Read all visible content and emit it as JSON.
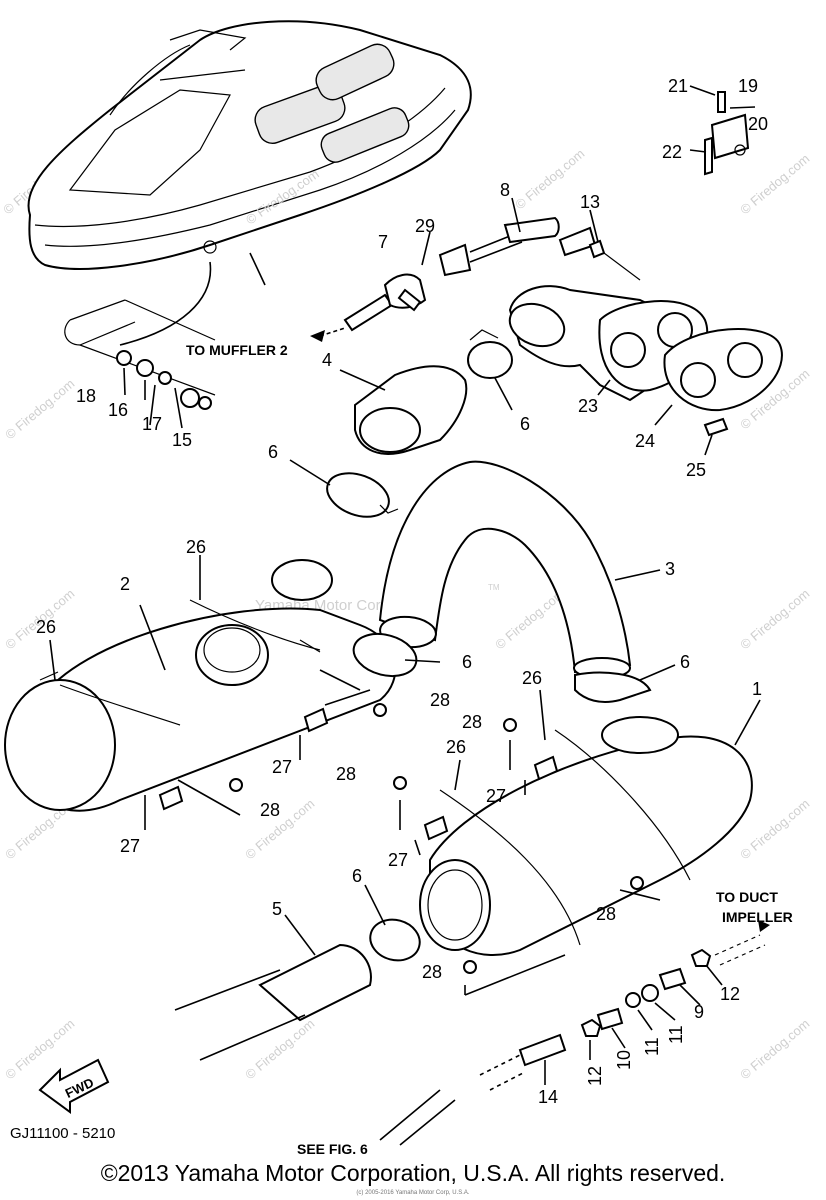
{
  "diagram_code": "GJ11100 - 5210",
  "copyright": "©2013 Yamaha Motor Corporation, U.S.A. All rights reserved.",
  "fine_print": "(c) 2005-2016 Yamaha Motor Corp, U.S.A.",
  "center_watermark": "Yamaha Motor Corp, U.S.A.",
  "trademark": "TM",
  "watermark": "© Firedog.com",
  "annotations": {
    "to_muffler_2": "TO MUFFLER 2",
    "to_duct_1": "TO DUCT",
    "to_duct_2": "IMPELLER",
    "see_fig": "SEE FIG. 6",
    "fwd": "FWD"
  },
  "callouts": {
    "n1": "1",
    "n2": "2",
    "n3": "3",
    "n4": "4",
    "n5": "5",
    "n6a": "6",
    "n6b": "6",
    "n6c": "6",
    "n6d": "6",
    "n6e": "6",
    "n7": "7",
    "n8": "8",
    "n9": "9",
    "n10": "10",
    "n11a": "11",
    "n11b": "11",
    "n12a": "12",
    "n12b": "12",
    "n13": "13",
    "n14": "14",
    "n15": "15",
    "n16": "16",
    "n17": "17",
    "n18": "18",
    "n19": "19",
    "n20": "20",
    "n21": "21",
    "n22": "22",
    "n23": "23",
    "n24": "24",
    "n25": "25",
    "n26a": "26",
    "n26b": "26",
    "n26c": "26",
    "n26d": "26",
    "n27a": "27",
    "n27b": "27",
    "n27c": "27",
    "n27d": "27",
    "n28a": "28",
    "n28b": "28",
    "n28c": "28",
    "n28d": "28",
    "n28e": "28",
    "n28f": "28",
    "n29": "29"
  }
}
